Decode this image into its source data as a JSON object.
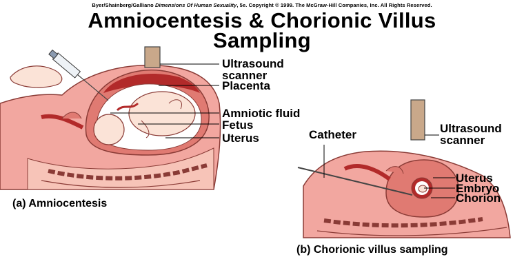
{
  "copyright": {
    "authors": "Byer/Shainberg/Galliano",
    "book_title": "Dimensions Of Human Sexuality",
    "rest": ", 5e. Copyright © 1999. The McGraw-Hill Companies, Inc. All Rights Reserved."
  },
  "title": {
    "line1": "Amniocentesis & Chorionic Villus",
    "line2": "Sampling"
  },
  "panel_a": {
    "caption": "(a)  Amniocentesis",
    "labels": {
      "scanner_line1": "Ultrasound",
      "scanner_line2": "scanner",
      "placenta": "Placenta",
      "amniotic_fluid": "Amniotic fluid",
      "fetus": "Fetus",
      "uterus": "Uterus"
    }
  },
  "panel_b": {
    "caption": "(b) Chorionic villus sampling",
    "labels": {
      "catheter": "Catheter",
      "scanner_line1": "Ultrasound",
      "scanner_line2": "scanner",
      "uterus": "Uterus",
      "embryo": "Embryo",
      "chorion": "Chorion"
    }
  },
  "colors": {
    "tissue_pink": "#f2a7a0",
    "uterus_wall": "#e07a72",
    "dark_red": "#b22a2a",
    "fluid": "#ffffff",
    "fetus": "#fbe3d7",
    "probe": "#c9a88a"
  }
}
